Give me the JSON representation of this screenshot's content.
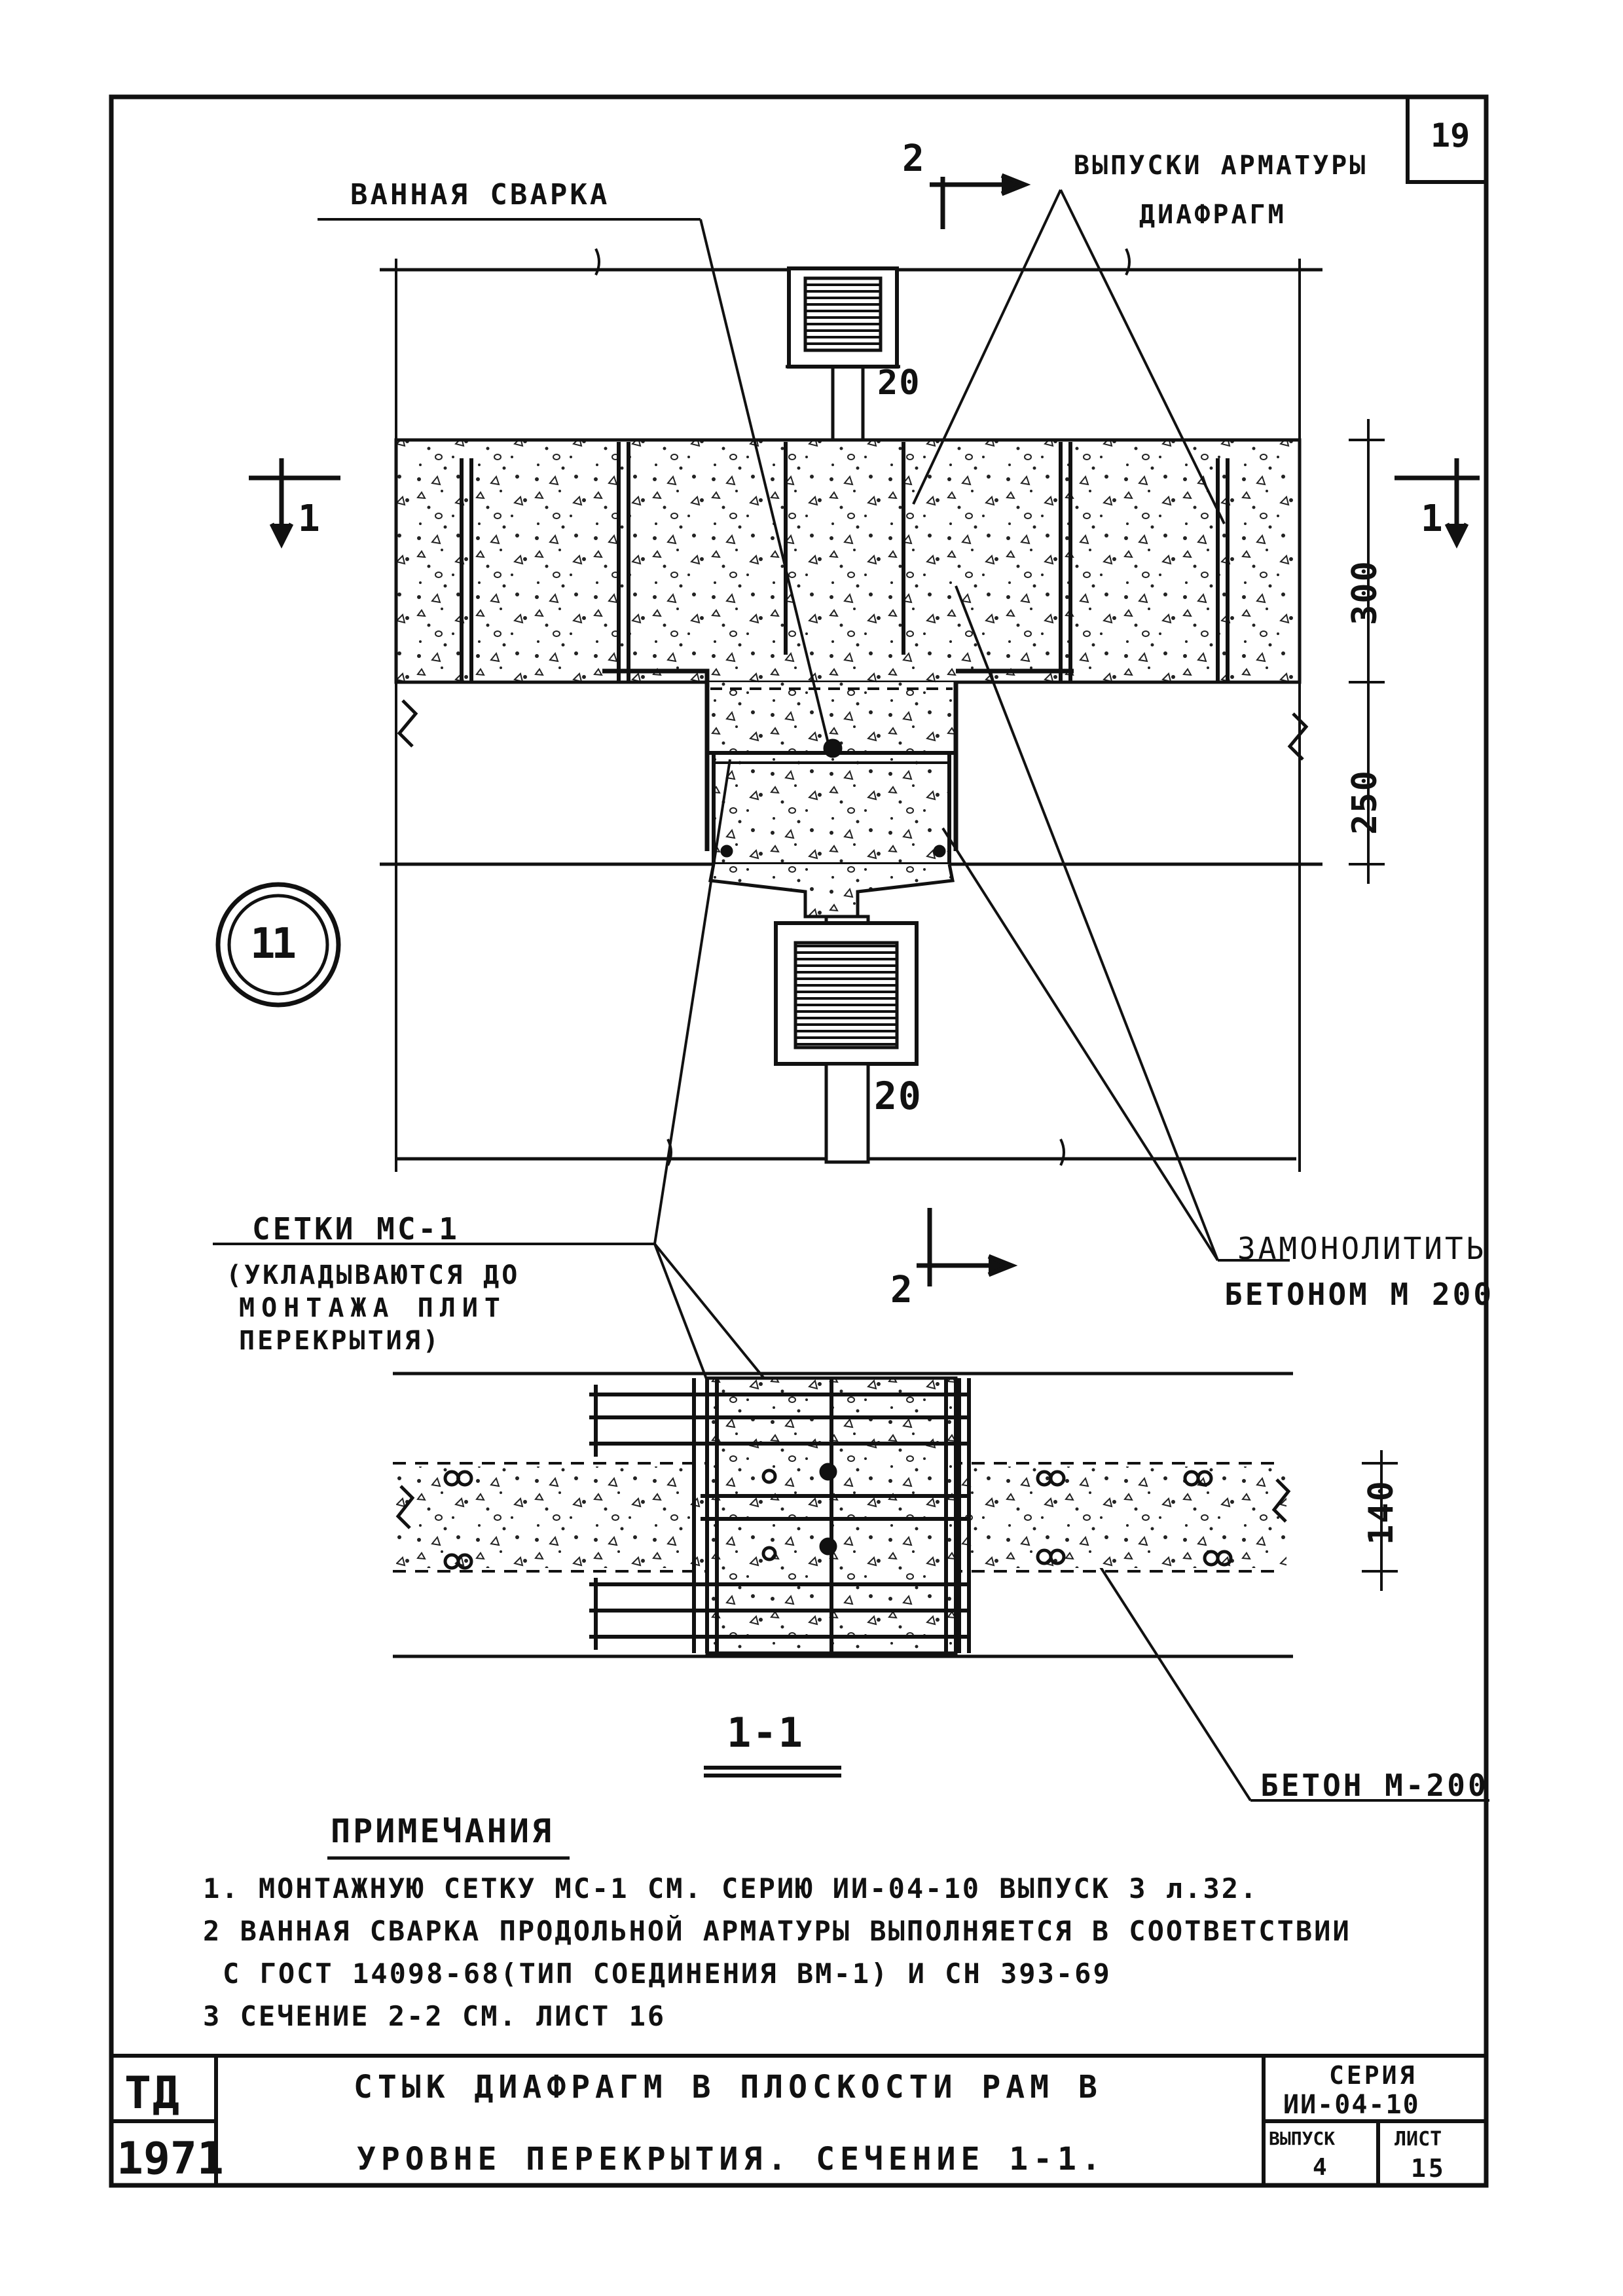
{
  "sheet_number": "19",
  "labels": {
    "bath_welding": "ВАННАЯ СВАРКА",
    "rebar_outlets_line1": "ВЫПУСКИ АРМАТУРЫ",
    "rebar_outlets_line2": "ДИАФРАГМ",
    "monolith_line1": "ЗАМОНОЛИТИТЬ",
    "monolith_line2": "БЕТОНОМ М 200",
    "mesh_line1": "СЕТКИ МС-1",
    "mesh_line2": "(УКЛАДЫВАЮТСЯ ДО",
    "mesh_line3": "МОНТАЖА ПЛИТ",
    "mesh_line4": "ПЕРЕКРЫТИЯ)",
    "concrete": "БЕТОН М-200",
    "node_id": "11"
  },
  "dimensions": {
    "gap_top": "20",
    "gap_bottom": "20",
    "slab_depth": "300",
    "lower_depth": "250",
    "section_depth": "140"
  },
  "section_marks": {
    "s1_left": "1",
    "s1_right": "1",
    "s2_top": "2",
    "s2_bottom": "2",
    "section_title": "1-1"
  },
  "notes": {
    "heading": "ПРИМЕЧАНИЯ",
    "line1": "1. МОНТАЖНУЮ СЕТКУ МС-1 СМ. СЕРИЮ ИИ-04-10 ВЫПУСК 3 л.32.",
    "line2": "2 ВАННАЯ СВАРКА ПРОДОЛЬНОЙ АРМАТУРЫ ВЫПОЛНЯЕТСЯ В СООТВЕТСТВИИ",
    "line3": "С ГОСТ 14098-68(ТИП СОЕДИНЕНИЯ ВМ-1) И СН 393-69",
    "line4": "3 СЕЧЕНИЕ 2-2 СМ. ЛИСТ 16"
  },
  "title_block": {
    "org": "ТД",
    "year": "1971",
    "title_line1": "СТЫК ДИАФРАГМ В ПЛОСКОСТИ РАМ В",
    "title_line2": "УРОВНЕ ПЕРЕКРЫТИЯ. СЕЧЕНИЕ 1-1.",
    "series_label": "СЕРИЯ",
    "series_value": "ИИ-04-10",
    "issue_label": "ВЫПУСК",
    "issue_value": "4",
    "sheet_label": "ЛИСТ",
    "sheet_value": "15"
  }
}
